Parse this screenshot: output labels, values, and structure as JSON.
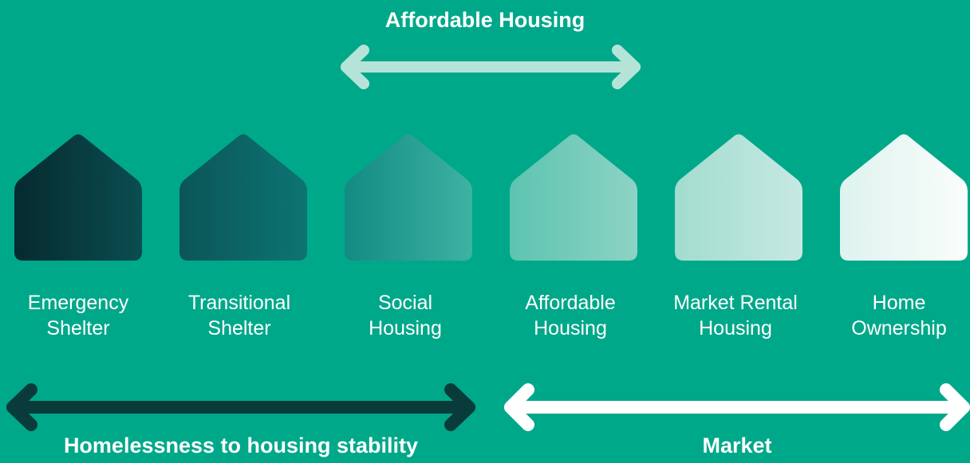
{
  "title": "Affordable Housing",
  "stages": [
    {
      "line1": "Emergency",
      "line2": "Shelter"
    },
    {
      "line1": "Transitional",
      "line2": "Shelter"
    },
    {
      "line1": "Social",
      "line2": "Housing"
    },
    {
      "line1": "Affordable",
      "line2": "Housing"
    },
    {
      "line1": "Market Rental",
      "line2": "Housing"
    },
    {
      "line1": "Home",
      "line2": "Ownership"
    }
  ],
  "bottom_left": "Homelessness to housing stability",
  "bottom_right": "Market",
  "colors": {
    "background": "#00a88a",
    "top_arrow": "#b6e3d8",
    "left_arrow": "#0a3b3b",
    "right_arrow": "#ffffff"
  }
}
